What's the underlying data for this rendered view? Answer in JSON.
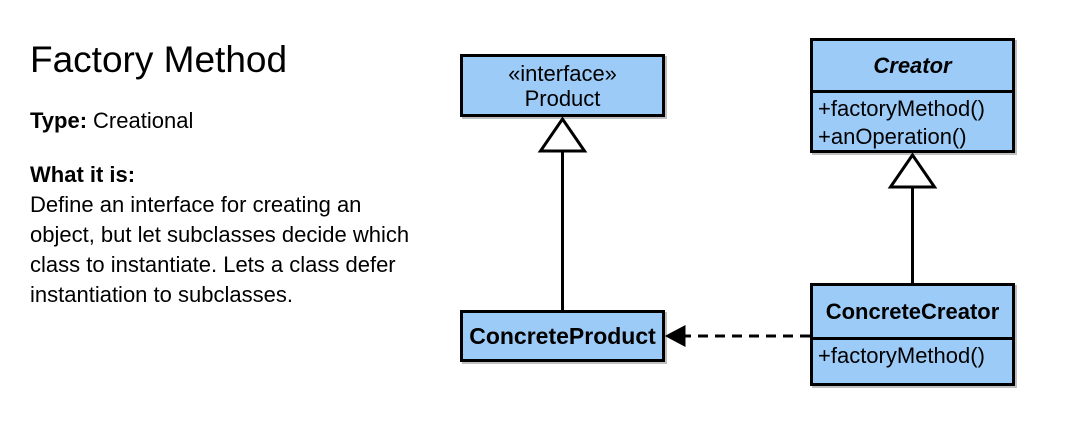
{
  "info": {
    "title": "Factory Method",
    "type_label": "Type:",
    "type_value": "Creational",
    "what_label": "What it is:",
    "description_lines": [
      "Define an interface for creating an",
      "object, but let subclasses decide which",
      "class to instantiate. Lets a class defer",
      "instantiation to subclasses."
    ]
  },
  "diagram": {
    "product": {
      "stereotype": "«interface»",
      "name": "Product"
    },
    "creator": {
      "name": "Creator",
      "methods": [
        "+factoryMethod()",
        "+anOperation()"
      ]
    },
    "concrete_product": {
      "name": "ConcreteProduct"
    },
    "concrete_creator": {
      "name": "ConcreteCreator",
      "methods": [
        "+factoryMethod()"
      ]
    },
    "connectors": [
      {
        "icon": "inheritance-hollow-triangle-arrow",
        "from": "ConcreteProduct",
        "to": "Product"
      },
      {
        "icon": "inheritance-hollow-triangle-arrow",
        "from": "ConcreteCreator",
        "to": "Creator"
      },
      {
        "icon": "dependency-dashed-arrow",
        "from": "ConcreteCreator",
        "to": "ConcreteProduct"
      }
    ]
  },
  "colors": {
    "class_fill": "#9CCBF8",
    "stroke": "#000000",
    "background": "#FFFFFF"
  }
}
